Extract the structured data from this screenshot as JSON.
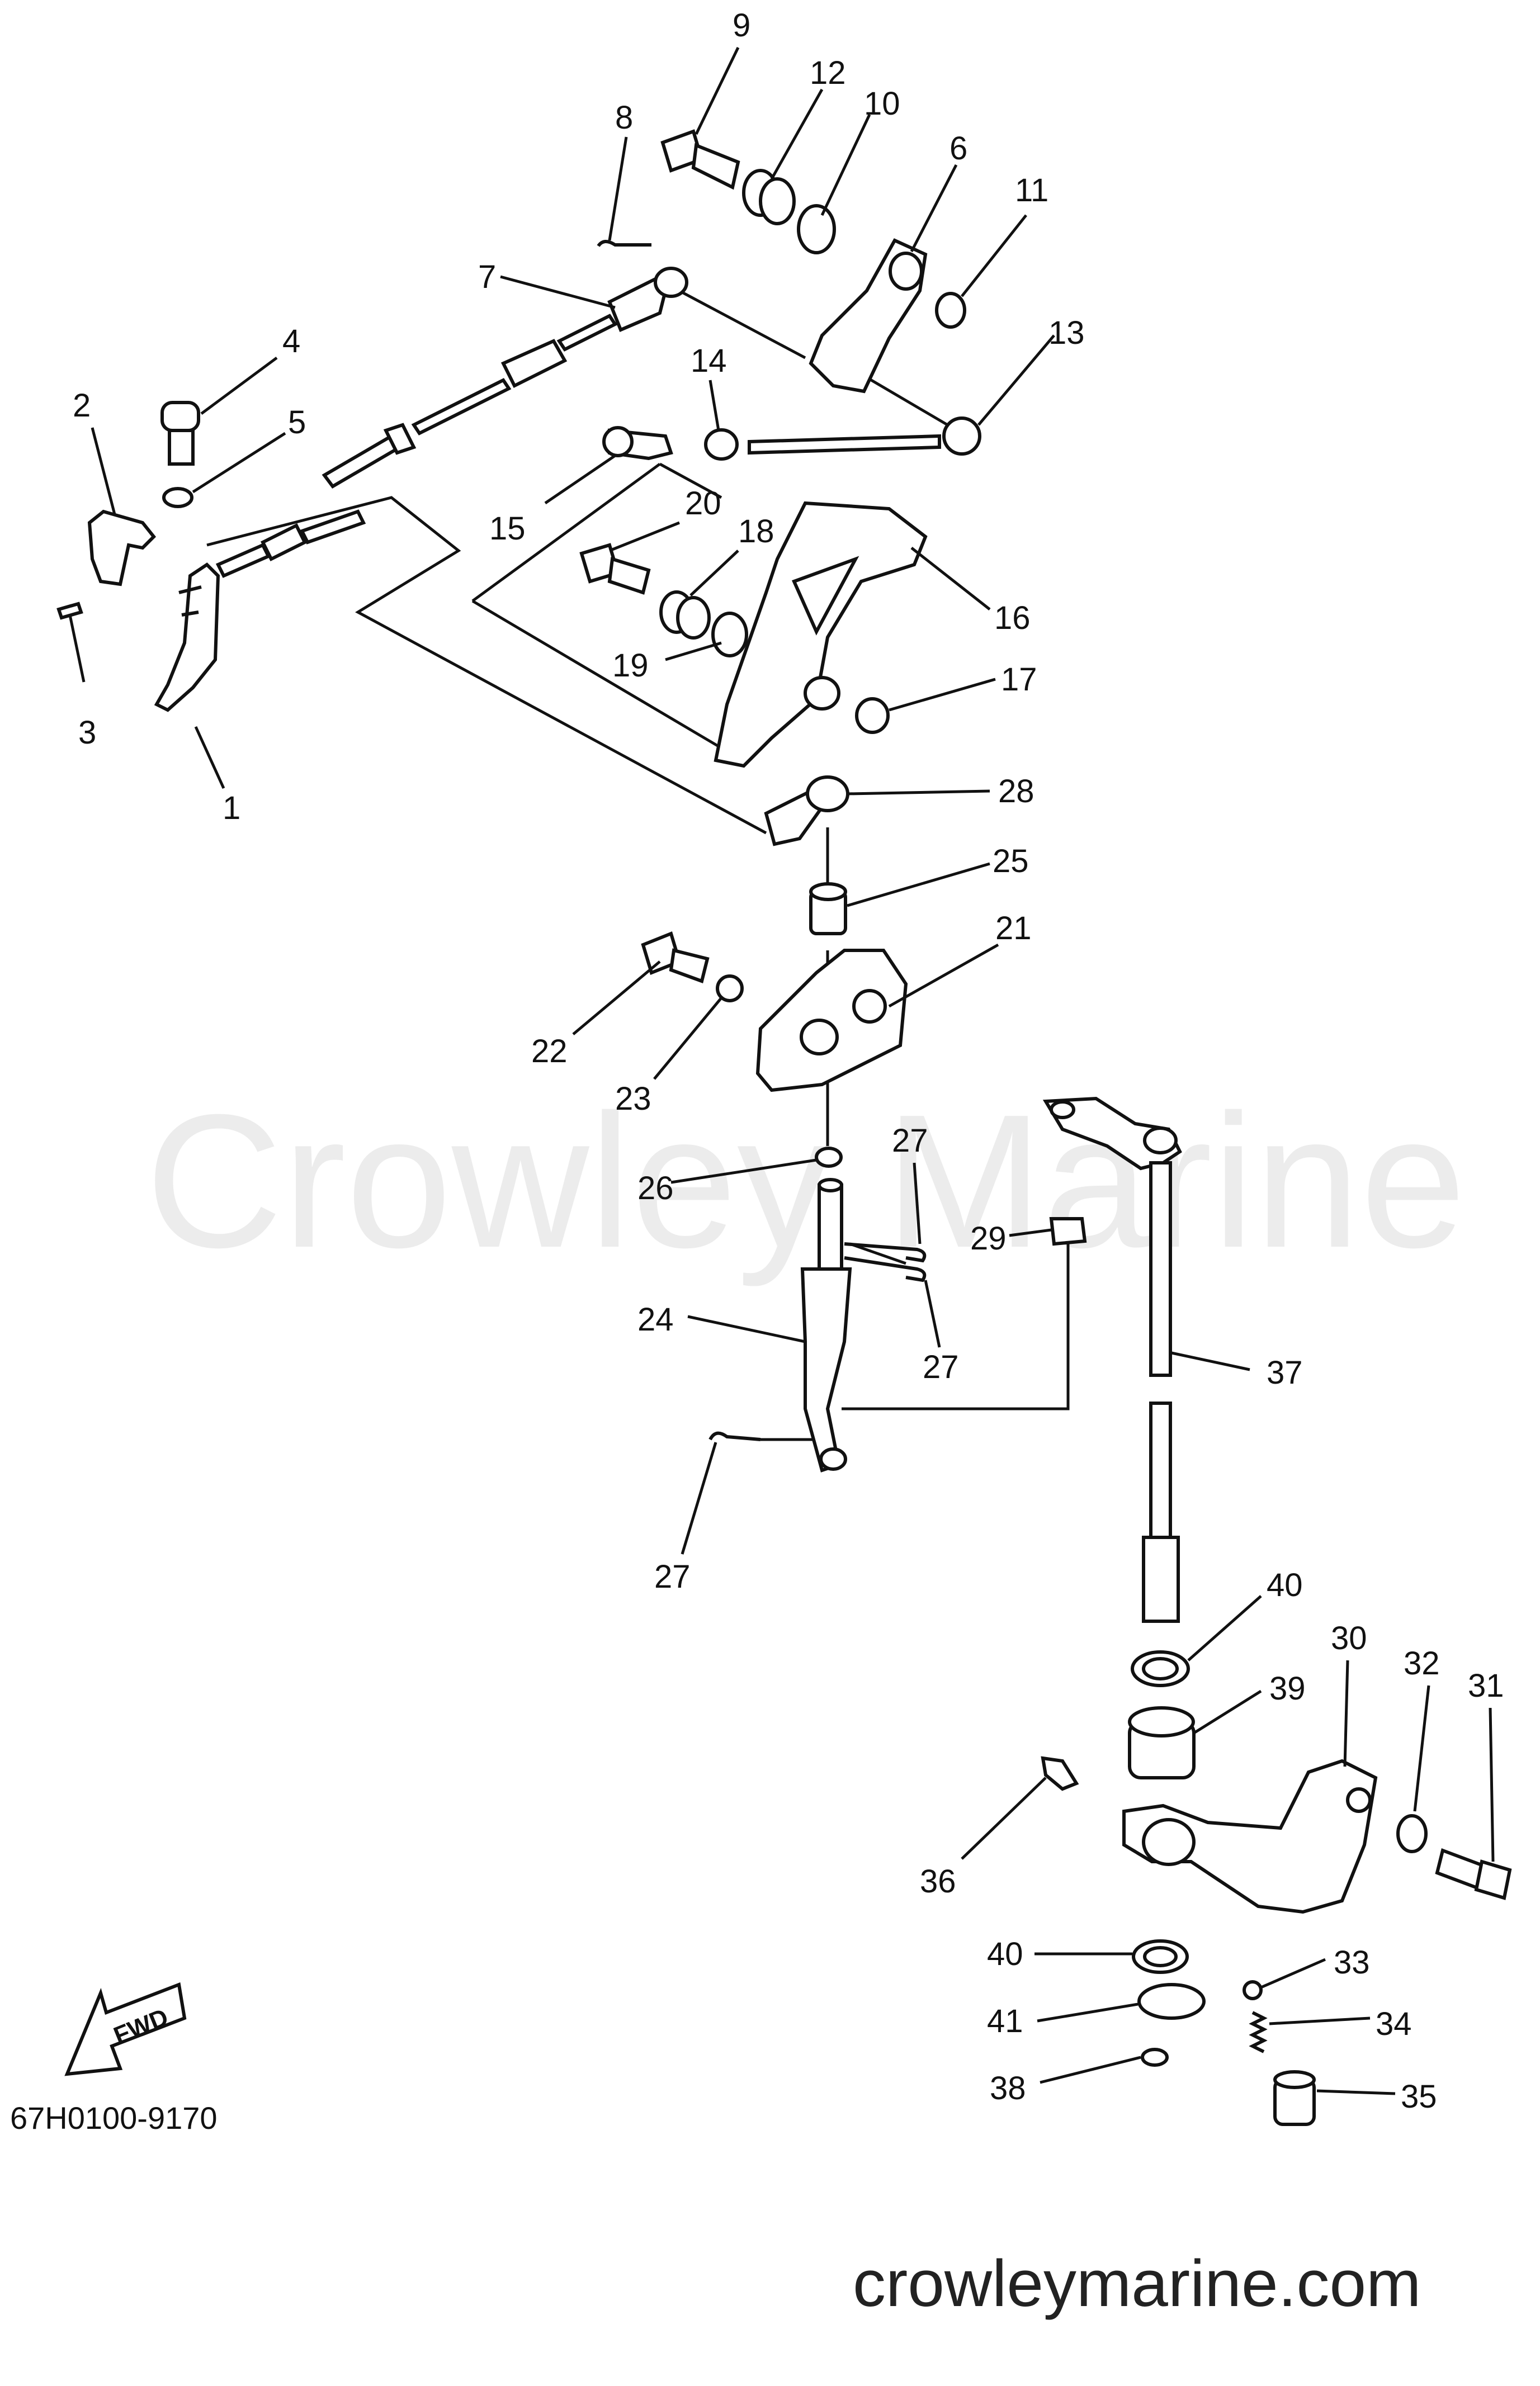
{
  "callouts": [
    "1",
    "2",
    "3",
    "4",
    "5",
    "6",
    "7",
    "8",
    "9",
    "10",
    "11",
    "12",
    "13",
    "14",
    "15",
    "16",
    "17",
    "18",
    "19",
    "20",
    "21",
    "22",
    "23",
    "24",
    "25",
    "26",
    "27",
    "27",
    "27",
    "28",
    "29",
    "30",
    "31",
    "32",
    "33",
    "34",
    "35",
    "36",
    "37",
    "38",
    "39",
    "40",
    "40",
    "41"
  ],
  "fwd_label": "FWD",
  "part_code": "67H0100-9170",
  "watermark": "Crowley Marine",
  "site": "crowleymarine.com"
}
